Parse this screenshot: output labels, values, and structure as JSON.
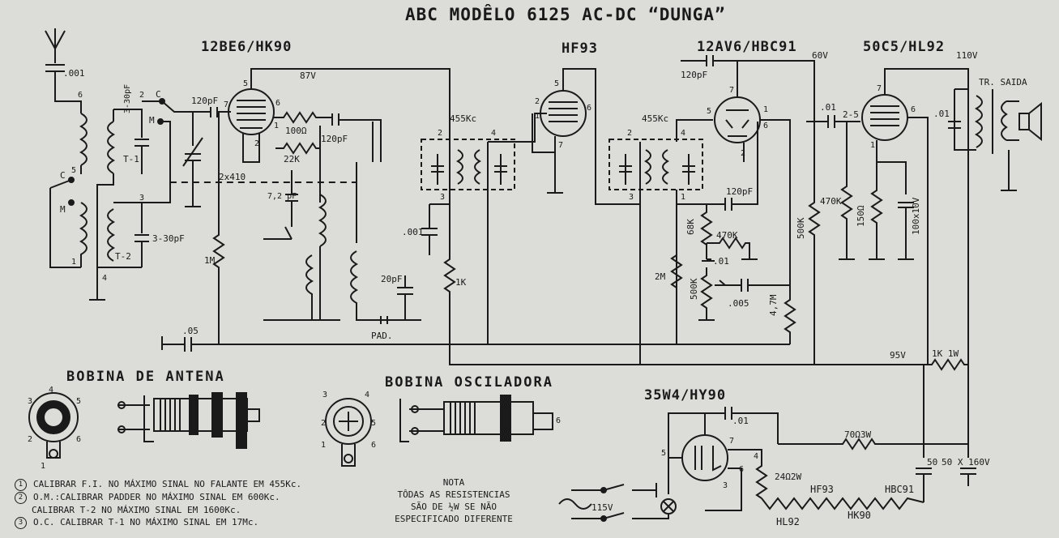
{
  "title": "ABC MODÊLO 6125 AC-DC “DUNGA”",
  "tubes": {
    "t1": "12BE6/HK90",
    "t2": "HF93",
    "t3": "12AV6/HBC91",
    "t4": "50C5/HL92",
    "t5": "35W4/HY90"
  },
  "coil_titles": {
    "antenna": "BOBINA DE ANTENA",
    "oscillator": "BOBINA OSCILADORA"
  },
  "labels": {
    "c001": ".001",
    "trimmer": "3-30pF",
    "t1": "T-1",
    "t2": "T-2",
    "c120a": "120pF",
    "v87": "87V",
    "r100": "100Ω",
    "c120b": "120pF",
    "r22k": "22K",
    "gang": "2x410",
    "c72": "7,2 pF",
    "r1m": "1M",
    "c20": "20pF",
    "pad": "PAD.",
    "c05": ".05",
    "if1": "455Kc",
    "if2": "455Kc",
    "c001b": ".001",
    "r1k": "1K",
    "c120c": "120pF",
    "c120d": "120pF",
    "v60": "60V",
    "r68k": "68K",
    "r470k": "470K",
    "c01a": ".01",
    "r2m": "2M",
    "pot": "500K",
    "c005": ".005",
    "r47m": "4,7M",
    "c01b": ".01",
    "c25": "2-5",
    "r500k": "500K",
    "r470kb": "470K",
    "r150": "150Ω",
    "c100": "100x10V",
    "v110": "110V",
    "tr_saida": "TR. SAIDA",
    "c01c": ".01",
    "v95": "95V",
    "r1k1w": "1K  1W",
    "c01d": ".01",
    "r70": "70Ω3W",
    "r24": "24Ω2W",
    "c50a": "50",
    "c50b": "50 X 160V",
    "v115": "115V",
    "hl92": "HL92",
    "hf93": "HF93",
    "hk90": "HK90",
    "hbc91": "HBC91",
    "c": "C",
    "m": "M"
  },
  "notes": [
    {
      "num": "1",
      "text": "CALIBRAR F.I. NO MÁXIMO SINAL NO FALANTE EM 455Kc."
    },
    {
      "num": "2",
      "text": "O.M.:CALIBRAR PADDER NO MÁXIMO SINAL EM 600Kc."
    },
    {
      "num": "",
      "text": "CALIBRAR T-2 NO MÁXIMO SINAL EM 1600Kc."
    },
    {
      "num": "3",
      "text": "O.C. CALIBRAR T-1 NO MÁXIMO SINAL EM 17Mc."
    }
  ],
  "nota": {
    "title": "NOTA",
    "lines": [
      "TÔDAS AS RESISTENCIAS",
      "SÃO DE ½W SE NÃO",
      "ESPECIFICADO DIFERENTE"
    ]
  },
  "colors": {
    "ink": "#1a1a1a",
    "paper": "#dcdcd8"
  }
}
